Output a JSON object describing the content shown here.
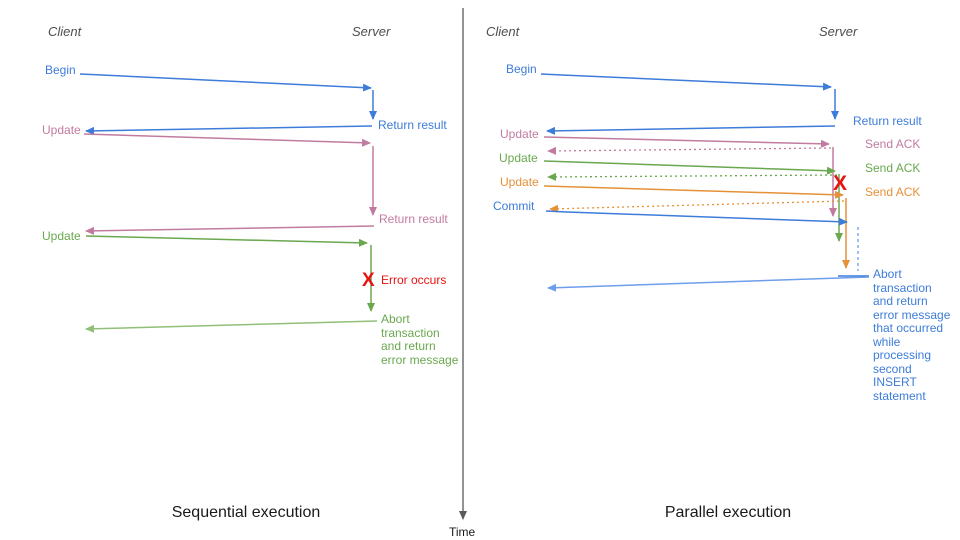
{
  "palette": {
    "blue": "#3d7cd9",
    "light_blue": "#6d9eeb",
    "pink": "#c27ba0",
    "green": "#6aa84f",
    "light_green": "#8fbf78",
    "orange": "#e69138",
    "red": "#e81212",
    "axis_gray": "#595959",
    "heading_gray": "#4d4d4d"
  },
  "time_axis": {
    "label": "Time"
  },
  "left": {
    "caption": "Sequential execution",
    "client": "Client",
    "server": "Server",
    "begin_label": "Begin",
    "begin_return_label": "Return result",
    "update1_label": "Update",
    "update1_return_label": "Return result",
    "update2_label": "Update",
    "error_x": "X",
    "error_label": "Error occurs",
    "abort_label": "Abort transaction and return error message"
  },
  "right": {
    "caption": "Parallel execution",
    "client": "Client",
    "server": "Server",
    "begin_label": "Begin",
    "begin_return_label": "Return result",
    "update1_label": "Update",
    "update2_label": "Update",
    "update3_label": "Update",
    "commit_label": "Commit",
    "ack1_label": "Send ACK",
    "ack2_label": "Send ACK",
    "ack3_label": "Send ACK",
    "error_x": "X",
    "abort_label": "Abort transaction and return error message that occurred while processing second INSERT statement"
  }
}
